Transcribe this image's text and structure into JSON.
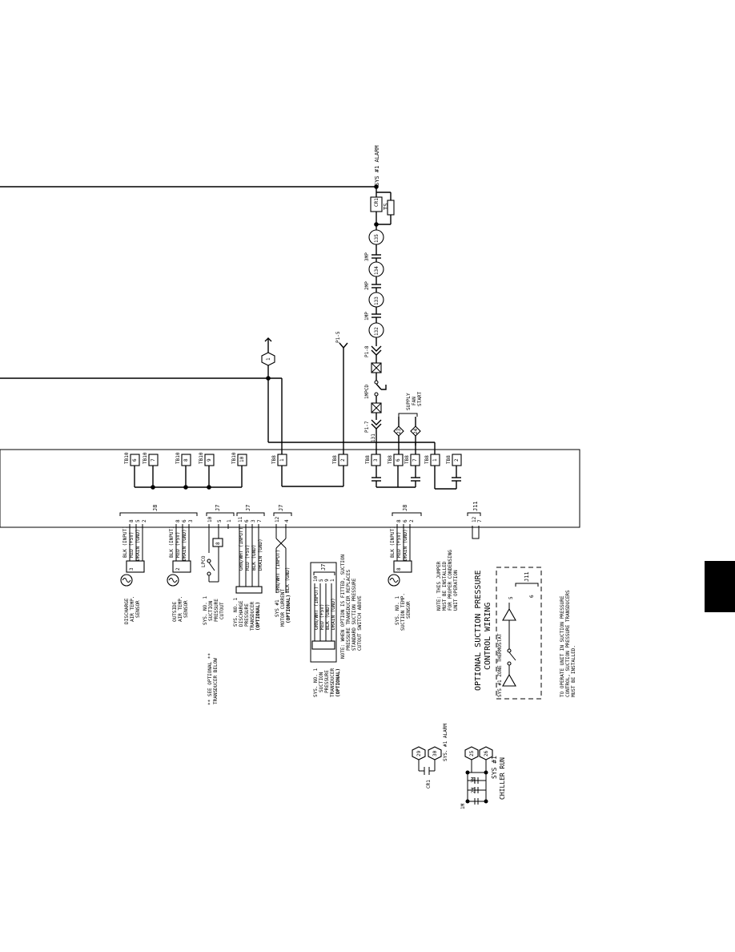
{
  "diagram": {
    "alarm_circuit": {
      "title": "SYS #1 ALARM",
      "relay": "CR1",
      "relay_switch": "TS",
      "motor_protectors": [
        "3MP",
        "2MP",
        "1MP"
      ],
      "mp_terminals": [
        "135",
        "134",
        "133",
        "132"
      ],
      "pump_interlock": "1MPCD",
      "conn_top": "P1-8",
      "conn_bottom": "P1-7",
      "wire_131": "131",
      "hex_1": "1",
      "p1_5": "P1-5",
      "supply_fan": [
        "SUPPLY",
        "FAN",
        "START"
      ],
      "fan_terminals": [
        "23",
        "24"
      ]
    },
    "terminal_blocks": [
      {
        "block": "TB10",
        "term": "6"
      },
      {
        "block": "TB10",
        "term": "7"
      },
      {
        "block": "TB10",
        "term": "8"
      },
      {
        "block": "TB10",
        "term": "9"
      },
      {
        "block": "TB10",
        "term": "10"
      },
      {
        "block": "TB8",
        "term": "1"
      },
      {
        "block": "TB8",
        "term": "2"
      },
      {
        "block": "TB8",
        "term": "3"
      },
      {
        "block": "TB8",
        "term": "6"
      },
      {
        "block": "TB8",
        "term": "7"
      },
      {
        "block": "TB8",
        "term": "1"
      },
      {
        "block": "TB8",
        "term": "2"
      }
    ],
    "connectors": {
      "j8a": "J8",
      "j7a": "J7",
      "j7b": "J7",
      "j7c": "J7",
      "j8b": "J8",
      "j11": "J11",
      "j11b": "J11"
    },
    "pins": {
      "j8a": [
        "8",
        "5",
        "2"
      ],
      "j8a_b": [
        "8",
        "6",
        "3"
      ],
      "j7a": [
        "10",
        "5",
        "1"
      ],
      "j7b": [
        "11",
        "6",
        "3",
        "7"
      ],
      "j7c": [
        "12",
        "4"
      ],
      "j8b": [
        "8",
        "6",
        "2"
      ],
      "j11": [
        "12",
        "7"
      ]
    },
    "wire_labels": {
      "blk_input": "BLK (INPUT)",
      "red_5v": "RED (+5V)",
      "drain_gnd": "DRAIN (GND)",
      "grn_wht_input": "GRN/WHT (INPUT)",
      "red_5v_b": "RED (+5V)",
      "blk_gnd": "BLK (GND)",
      "drain_gnd_b": "DRAIN (GND)",
      "grn_wht_input_c": "GRN/WHT (INPUT)",
      "blk_gnd_c": "BLK (GND)"
    },
    "sensors": {
      "discharge": [
        "DISCHARGE",
        "AIR TEMP.",
        "SENSOR"
      ],
      "outside": [
        "OUTSIDE",
        "AIR TEMP.",
        "SENSOR"
      ],
      "sys1_cutout": [
        "SYS. NO. 1",
        "SUCTION",
        "PRESSURE",
        "CUTOUT"
      ],
      "sys1_discharge_xdcr": [
        "SYS. NO. 1",
        "DISCHARGE",
        "PRESSURE",
        "TRANSDUCER",
        "(OPTIONAL)"
      ],
      "motor_current": [
        "SYS #1",
        "MOTOR CURRENT",
        "(OPTIONAL)"
      ],
      "suction_temp": [
        "SYS. NO. 1",
        "SUCTION TEMP.",
        "SENSOR"
      ],
      "see_optional": [
        "** SEE OPTIONAL **",
        "TRANSDUCER BELOW"
      ],
      "lpco": "LPCO",
      "j3": "3",
      "j2": "2",
      "j8": "8"
    },
    "notes": {
      "suction_xdcr_note": [
        "NOTE: WHEN OPTION IS FITTED, SUCTION",
        "PRESSURE TRANSDUCER REPLACES",
        "STANDARD SUCTION PRESSURE",
        "CUTOUT SWITCH ABOVE"
      ],
      "suction_xdcr": [
        "SYS. NO. 1",
        "SUCTION",
        "PRESSURE",
        "TRANSDUCER",
        "(OPTIONAL)"
      ],
      "suction_xdcr_wires": [
        "GRN/WHT (INPUT)",
        "RED (+5V)",
        "BLK (GND)",
        "DRAIN (GND)"
      ],
      "suction_xdcr_pins": [
        "10",
        "5",
        "9",
        "1"
      ],
      "jumper_note": [
        "NOTE: THIS JUMPER",
        "MUST BE INSTALLED",
        "FOR PROPER CONDENSING",
        "UNIT OPERATION"
      ],
      "zone_thermostat": "SYS #1 ZONE THERMOSTAT",
      "optional_title": [
        "OPTIONAL SUCTION PRESSURE",
        "CONTROL WIRING"
      ],
      "operate_note": [
        "TO OPERATE UNIT IN SUCTION PRESSURE",
        "CONTROL, SUCTION PRESSURE TRANSDUCERS",
        "MUST BE INSTALLED."
      ],
      "thermo_terms": [
        "5",
        "6"
      ]
    },
    "bottom": {
      "cr1": "CR1",
      "alarm_terms": [
        "29",
        "30"
      ],
      "sys1_alarm": "SYS. #1 ALARM",
      "chiller_terms": [
        "25",
        "26"
      ],
      "chiller": [
        "SYS #1",
        "CHILLER RUN"
      ],
      "chiller_contacts": [
        "1M",
        "2M",
        "3M"
      ]
    }
  }
}
